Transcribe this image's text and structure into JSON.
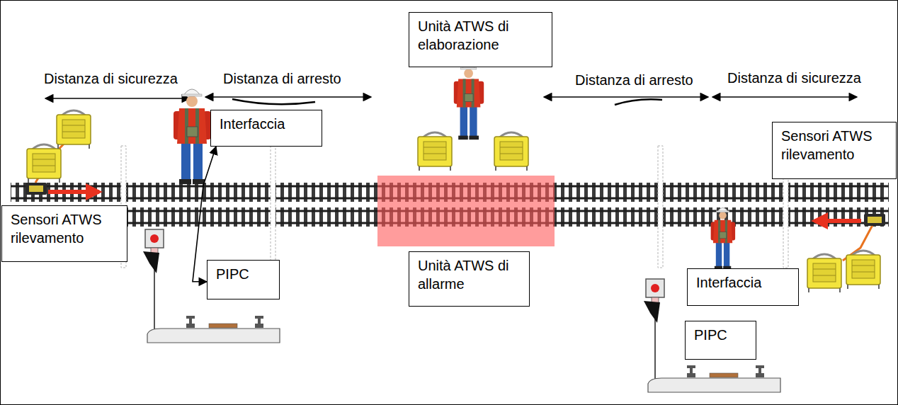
{
  "diagram": {
    "nodes": [
      {
        "text": [
          "Unità ATWS di elaborazione"
        ]
      },
      {
        "text": [
          "Interfaccia"
        ]
      },
      {
        "text": [
          "Sensori ATWS rilevamento"
        ]
      },
      {
        "text": [
          "Sensori ATWS rilevamento"
        ]
      },
      {
        "text": [
          "PIPC"
        ]
      },
      {
        "text": [
          "Unità ATWS di allarme"
        ]
      },
      {
        "text": [
          "Interfaccia"
        ]
      },
      {
        "text": [
          "PIPC"
        ]
      }
    ],
    "edges": [
      {
        "from": 1,
        "to": 4,
        "arrow": "both"
      }
    ],
    "labels": [
      "Distanza di sicurezza",
      "Distanza di arresto",
      "Distanza di arresto",
      "Distanza di sicurezza"
    ]
  }
}
